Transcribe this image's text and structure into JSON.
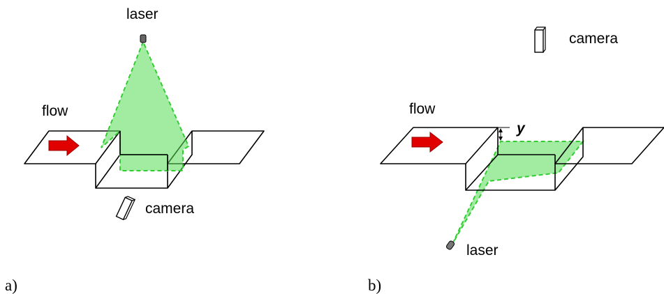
{
  "panel_a": {
    "label": "a)",
    "laser_label": "laser",
    "flow_label": "flow",
    "camera_label": "camera"
  },
  "panel_b": {
    "label": "b)",
    "laser_label": "laser",
    "flow_label": "flow",
    "camera_label": "camera",
    "y_label": "y"
  },
  "colors": {
    "laser_sheet": "#66e066",
    "laser_sheet_edge": "#33cc33",
    "flow_arrow": "#e00000",
    "laser_body": "#777777"
  },
  "icons": [
    "laser-icon",
    "camera-icon",
    "flow-arrow-icon"
  ]
}
